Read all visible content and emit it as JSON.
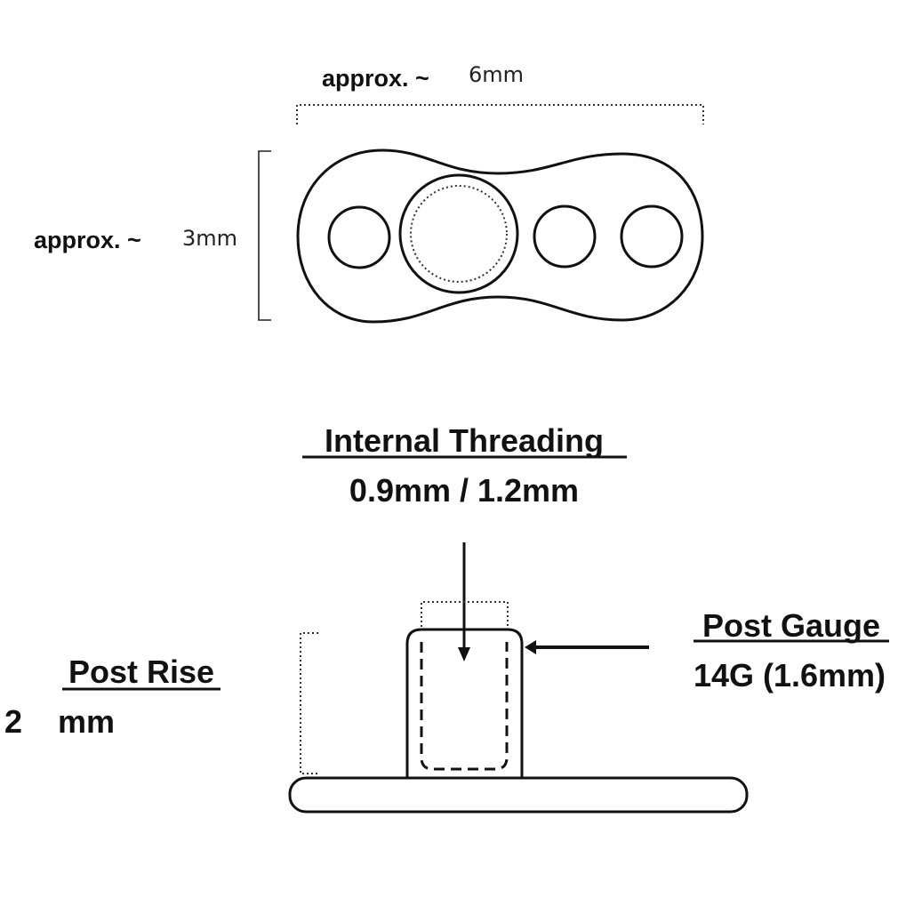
{
  "top_view": {
    "width_label": "approx. ~",
    "width_value": "6mm",
    "height_label": "approx. ~",
    "height_value": "3mm"
  },
  "side_view": {
    "threading_title": "Internal Threading",
    "threading_value": "0.9mm / 1.2mm",
    "gauge_title": "Post Gauge",
    "gauge_value": "14G (1.6mm)",
    "rise_title": "Post Rise",
    "rise_number": "2",
    "rise_unit": "mm"
  }
}
